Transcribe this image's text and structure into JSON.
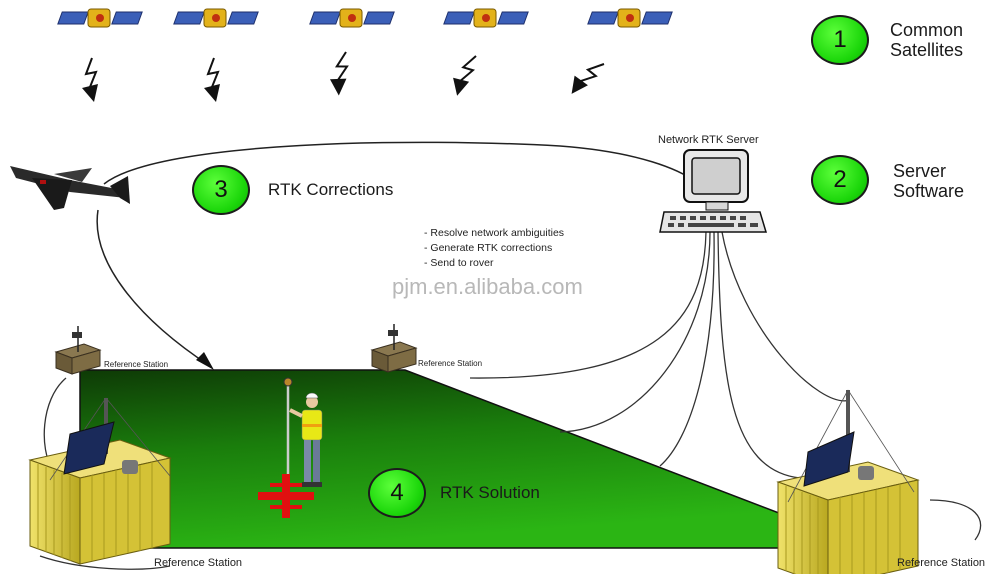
{
  "steps": [
    {
      "number": "1",
      "label_line1": "Common",
      "label_line2": "Satellites"
    },
    {
      "number": "2",
      "label_line1": "Server",
      "label_line2": "Software"
    },
    {
      "number": "3",
      "label": "RTK Corrections"
    },
    {
      "number": "4",
      "label": "RTK Solution"
    }
  ],
  "server_label": "Network RTK Server",
  "server_tasks": [
    "- Resolve network ambiguities",
    "- Generate RTK corrections",
    "- Send to rover"
  ],
  "watermark": "pjm.en.alibaba.com",
  "reference_stations": [
    "Reference Station",
    "Reference Station",
    "Reference Station",
    "Reference Station"
  ],
  "colors": {
    "step_circle": "#1bd60a",
    "field": "#1e8a0c",
    "field_dark": "#0e3a06",
    "station_box": "#d8c832",
    "target": "#e01010"
  },
  "icons": [
    "satellite-icon",
    "signal-bolt-icon",
    "airplane-icon",
    "computer-icon",
    "antenna-box-icon",
    "surveyor-icon",
    "target-cross-icon"
  ]
}
